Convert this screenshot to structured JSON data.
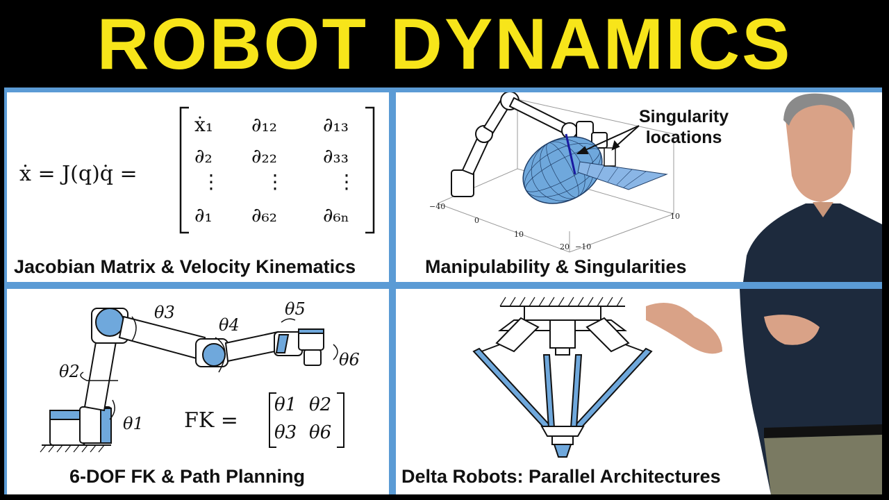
{
  "title": "ROBOT DYNAMICS",
  "panels": {
    "jacobian": {
      "caption": "Jacobian Matrix & Velocity Kinematics",
      "equation_lhs": "ẋ = J(q)q̇ =",
      "matrix": [
        [
          "ẋ₁",
          "∂₁₂",
          "∂₁₃"
        ],
        [
          "∂₂",
          "∂₂₂",
          "∂₃₃"
        ],
        [
          "⋮",
          "⋮",
          "⋮"
        ],
        [
          "∂₁",
          "∂₆₂",
          "∂₆ₙ"
        ]
      ]
    },
    "manipulability": {
      "caption": "Manipulability & Singularities",
      "annotation_line1": "Singularity",
      "annotation_line2": "locations",
      "axis_ticks": [
        "−40",
        "0",
        "10",
        "20",
        "−10",
        "10"
      ]
    },
    "fk": {
      "caption": "6-DOF FK & Path Planning",
      "joint_labels": [
        "θ1",
        "θ2",
        "θ3",
        "θ4",
        "θ5",
        "θ6"
      ],
      "fk_label": "FK =",
      "fk_matrix": [
        [
          "θ1",
          "θ2"
        ],
        [
          "θ3",
          "θ6"
        ]
      ]
    },
    "delta": {
      "caption": "Delta Robots: Parallel Architectures"
    }
  },
  "colors": {
    "title_yellow": "#f7e51a",
    "frame_blue": "#5b9bd5",
    "robot_blue": "#6fa8dc"
  }
}
